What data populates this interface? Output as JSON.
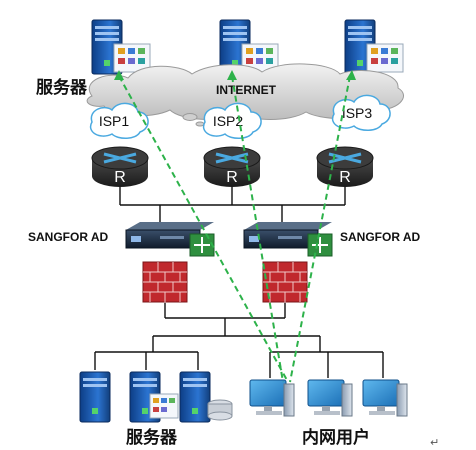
{
  "top_server_label": "服务器",
  "internet_label": "INTERNET",
  "isps": [
    "ISP1",
    "ISP2",
    "ISP3"
  ],
  "router_label": "R",
  "sangfor_left_label": "SANGFOR AD",
  "sangfor_right_label": "SANGFOR AD",
  "bottom_server_label": "服务器",
  "intranet_users_label": "内网用户",
  "corner_mark": "↵",
  "colors": {
    "dashed_link": "#2db24a",
    "lines": "#111111",
    "cloud": "#d9d9d9",
    "router": "#2a2a2a",
    "firewall": "#c0282d",
    "server_body": "#1f5fb0",
    "monitor": "#2d8fd6"
  }
}
